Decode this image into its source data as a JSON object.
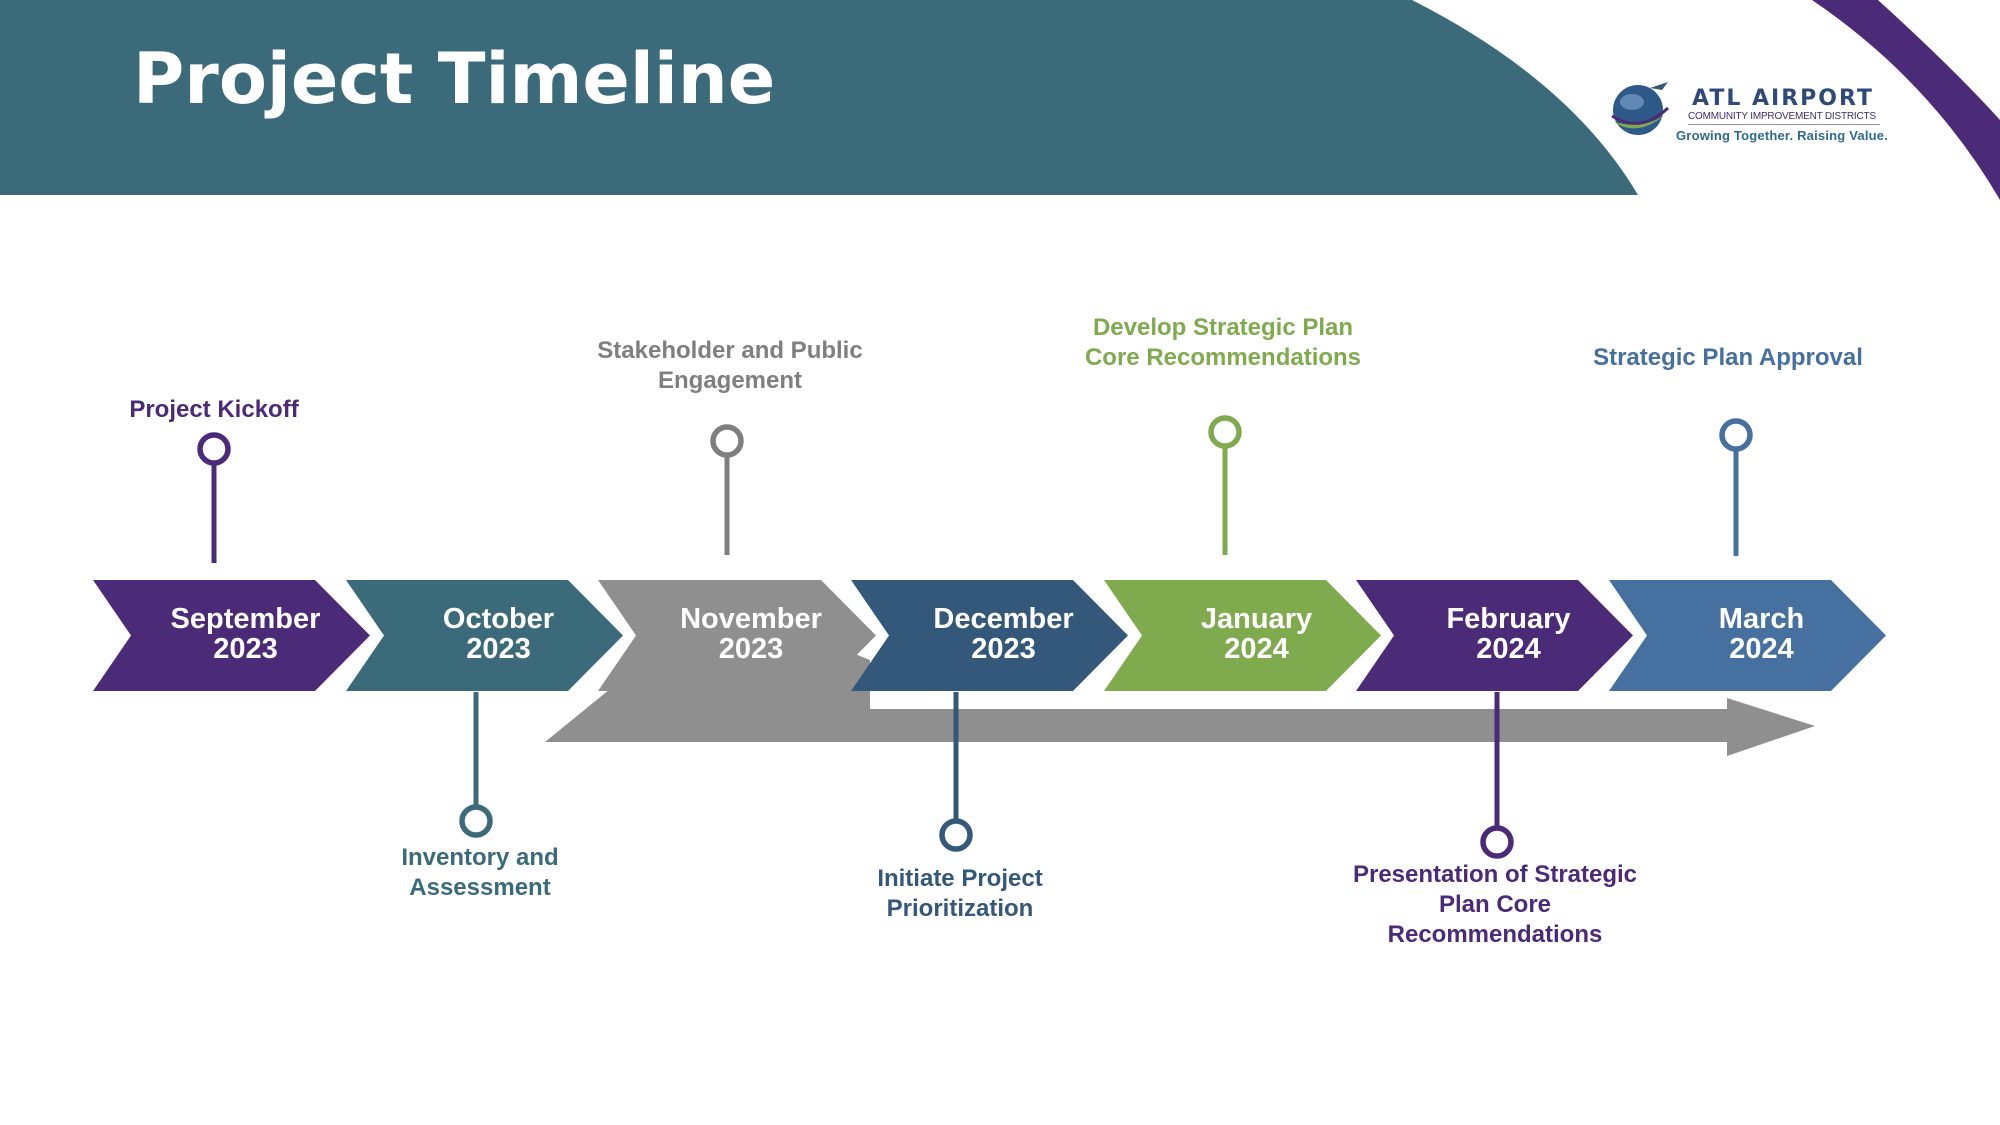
{
  "header": {
    "title": "Project Timeline"
  },
  "logo": {
    "name": "ATL AIRPORT",
    "subtitle": "COMMUNITY IMPROVEMENT DISTRICTS",
    "tagline": "Growing Together. Raising Value."
  },
  "months": [
    {
      "line1": "September",
      "line2": "2023",
      "color": "#4b2a78"
    },
    {
      "line1": "October",
      "line2": "2023",
      "color": "#3b6b7a"
    },
    {
      "line1": "November",
      "line2": "2023",
      "color": "#8f8f8f"
    },
    {
      "line1": "December",
      "line2": "2023",
      "color": "#34587a"
    },
    {
      "line1": "January",
      "line2": "2024",
      "color": "#7fab4e"
    },
    {
      "line1": "February",
      "line2": "2024",
      "color": "#4b2a78"
    },
    {
      "line1": "March",
      "line2": "2024",
      "color": "#4570a0"
    }
  ],
  "milestones": [
    {
      "text": "Project Kickoff",
      "color": "#4b2a78"
    },
    {
      "text": "Inventory and Assessment",
      "color": "#3b6b7a"
    },
    {
      "text": "Stakeholder and Public Engagement",
      "color": "#7f7f7f"
    },
    {
      "text": "Initiate Project Prioritization",
      "color": "#34587a"
    },
    {
      "text": "Develop Strategic Plan Core Recommendations",
      "color": "#7fab4e"
    },
    {
      "text": "Presentation of Strategic Plan Core Recommendations",
      "color": "#4b2a78"
    },
    {
      "text": "Strategic Plan Approval",
      "color": "#4570a0"
    }
  ],
  "colors": {
    "header_band": "#3b6b7a",
    "accent_stripe": "#4b2a78",
    "engagement_arrow": "#8f8f8f"
  }
}
